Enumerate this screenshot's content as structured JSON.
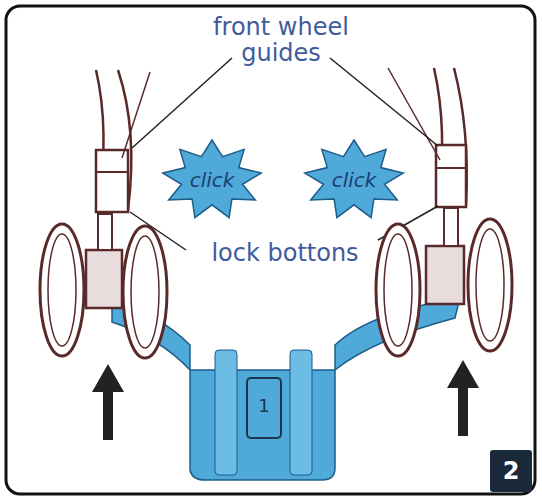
{
  "diagram": {
    "nodes": [
      {
        "text": [
          "click"
        ]
      },
      {
        "text": [
          "click"
        ]
      },
      {
        "text": [
          "2"
        ]
      }
    ],
    "labels": [
      "front wheel guides",
      "lock bottons",
      "1"
    ]
  }
}
